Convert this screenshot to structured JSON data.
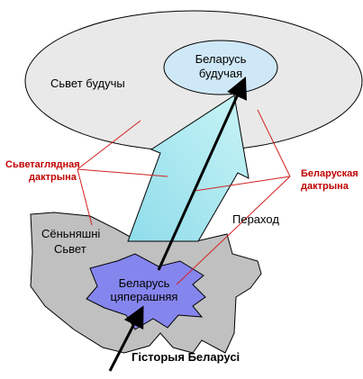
{
  "diagram": {
    "labels": {
      "future_world": "Сьвет будучы",
      "future_belarus_line1": "Беларусь",
      "future_belarus_line2": "будучая",
      "present_world_line1": "Сёньняшні",
      "present_world_line2": "Сьвет",
      "present_belarus_line1": "Беларусь",
      "present_belarus_line2": "цяперашняя",
      "transition": "Пераход",
      "history": "Гісторыя Беларусі",
      "world_doctrine_line1": "Сьветаглядная",
      "world_doctrine_line2": "дактрына",
      "belarus_doctrine_line1": "Беларуская",
      "belarus_doctrine_line2": "дактрына"
    },
    "colors": {
      "outer_ellipse": "#e9e9e9",
      "inner_ellipse": "#cfe8f8",
      "present_world": "#c0c0c0",
      "present_belarus": "#8585ee",
      "transition_arrow": "#9fe6ee",
      "connector_lines": "#d42020",
      "doctrine_text": "#c00000"
    }
  }
}
